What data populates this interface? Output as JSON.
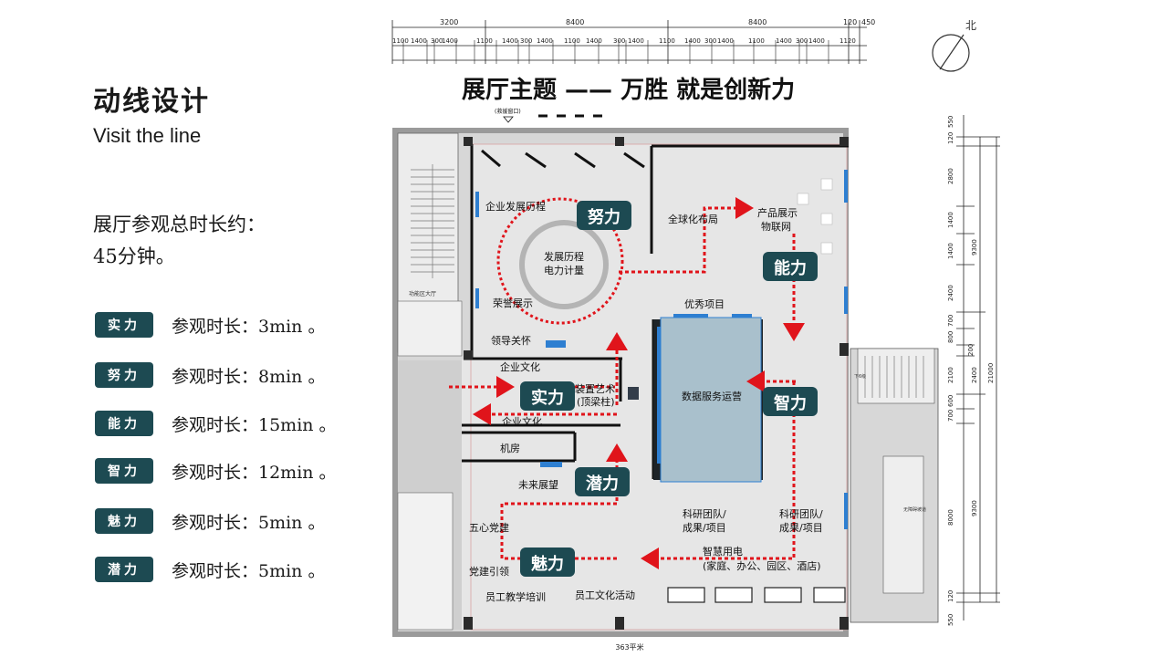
{
  "header": {
    "title_cn": "动线设计",
    "title_en": "Visit the line",
    "total_line1": "展厅参观总时长约：",
    "total_line2": "45分钟。"
  },
  "legend": [
    {
      "badge": "实力",
      "text": "参观时长：3min 。"
    },
    {
      "badge": "努力",
      "text": "参观时长：8min 。"
    },
    {
      "badge": "能力",
      "text": "参观时长：15min 。"
    },
    {
      "badge": "智力",
      "text": "参观时长：12min 。"
    },
    {
      "badge": "魅力",
      "text": "参观时长：5min 。"
    },
    {
      "badge": "潜力",
      "text": "参观时长：5min 。"
    }
  ],
  "plan": {
    "theme": "展厅主题 —— 万胜 就是创新力",
    "window_label": "(救援窗口)",
    "north_label": "北",
    "area_label": "363平米",
    "dims_top": [
      "3200",
      "8400",
      "8400",
      "120",
      "450"
    ],
    "dims_second": [
      "1100",
      "1400",
      "300",
      "1400",
      "1100",
      "1400",
      "300",
      "1400",
      "1100",
      "1400",
      "300",
      "1400",
      "1100",
      "1400",
      "300",
      "1400",
      "1100",
      "1400",
      "300",
      "1400",
      "1120"
    ],
    "dims_right_a": [
      "550",
      "120",
      "2800",
      "1400",
      "1400",
      "2400",
      "700",
      "800",
      "200",
      "2100",
      "600",
      "700",
      "8000",
      "120",
      "550"
    ],
    "dims_right_b": [
      "9300",
      "2400",
      "9300"
    ],
    "dims_right_total": "21000",
    "badges": {
      "nuli": "努力",
      "nengli": "能力",
      "shili": "实力",
      "zhili": "智力",
      "qianli": "潜力",
      "meili": "魅力"
    },
    "zones": {
      "qiye_fazhan": "企业发展历程",
      "fazhan_licheng": "发展历程",
      "dianli_jiliang": "电力计量",
      "quanqiu": "全球化布局",
      "chanpin": "产品展示",
      "wulianwang": "物联网",
      "rongyu": "荣誉展示",
      "youxiu": "优秀项目",
      "lingdao": "领导关怀",
      "qiye_wenhua1": "企业文化",
      "zhuangzhi1": "装置艺术",
      "zhuangzhi2": "(顶梁柱)",
      "qiye_wenhua2": "企业文化",
      "shuju": "数据服务运营",
      "jifang": "机房",
      "weilai": "未来展望",
      "keyan1a": "科研团队/",
      "keyan1b": "成果/项目",
      "keyan2a": "科研团队/",
      "keyan2b": "成果/项目",
      "wuxin": "五心党建",
      "zhihui1": "智慧用电",
      "zhihui2": "(家庭、办公、园区、酒店)",
      "dangjian": "党建引领",
      "yuangong_peixun": "员工教学培训",
      "yuangong_wenhua": "员工文化活动",
      "gongneng": "功能区大厅",
      "xiadao": "下6级",
      "wuzhang": "无障碍坡道"
    }
  },
  "colors": {
    "badge": "#1d4a52",
    "route": "#e0141b",
    "floor": "#e6e6e6",
    "screen": "#2e7fd1",
    "data_block": "#a9c0cc"
  }
}
